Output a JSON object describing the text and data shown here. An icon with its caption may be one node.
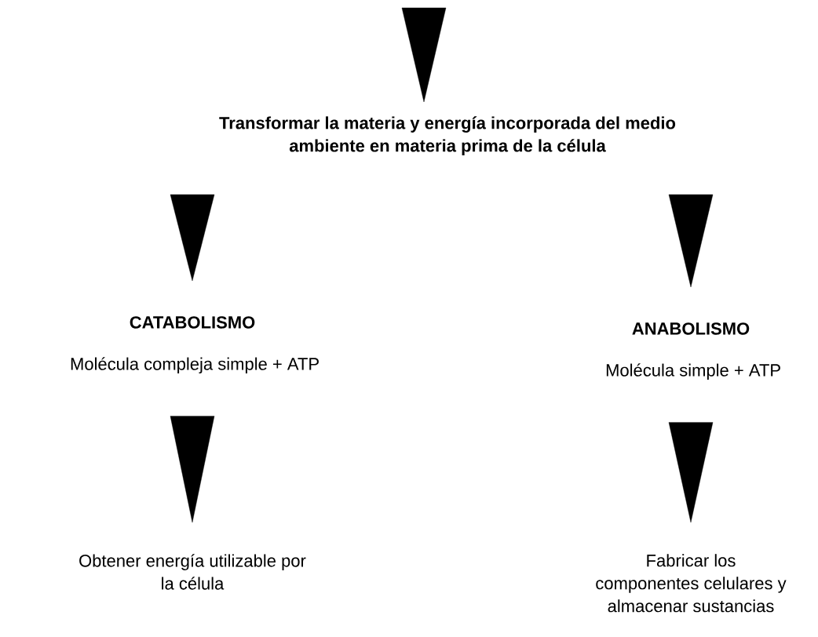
{
  "diagram": {
    "nodes": [
      {
        "text": [
          "Transformar la materia y energía incorporada del medio ambiente en materia prima de la célula"
        ]
      },
      {
        "text": [
          "CATABOLISMO",
          "Molécula compleja simple + ATP"
        ]
      },
      {
        "text": [
          "Obtener energía utilizable por la célula"
        ]
      },
      {
        "text": [
          "ANABOLISMO",
          "Molécula simple + ATP"
        ]
      },
      {
        "text": [
          "Fabricar los componentes celulares y almacenar sustancias"
        ]
      }
    ],
    "edges": [
      {
        "from": null,
        "to": 0,
        "arrow": "to"
      },
      {
        "from": 0,
        "to": 1,
        "arrow": "to"
      },
      {
        "from": 0,
        "to": 3,
        "arrow": "to"
      },
      {
        "from": 1,
        "to": 2,
        "arrow": "to"
      },
      {
        "from": 3,
        "to": 4,
        "arrow": "to"
      }
    ]
  }
}
